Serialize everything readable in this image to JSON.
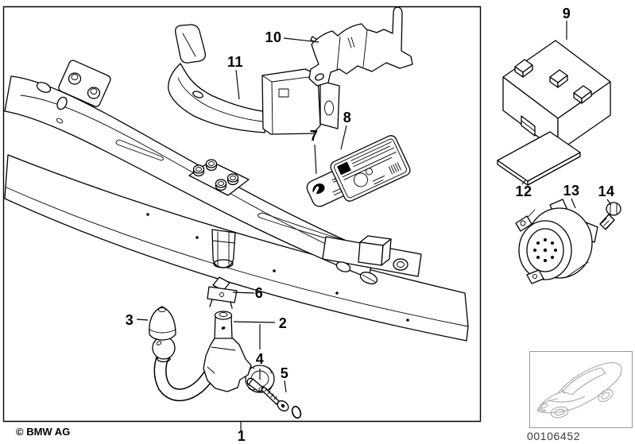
{
  "colors": {
    "background": "#ffffff",
    "line": "#000000",
    "sketch": "#a8a8a8",
    "part_number_text": "#3c3c3c"
  },
  "diagram": {
    "callouts": [
      {
        "label": "1"
      },
      {
        "label": "2"
      },
      {
        "label": "3"
      },
      {
        "label": "4"
      },
      {
        "label": "5"
      },
      {
        "label": "6"
      },
      {
        "label": "7"
      },
      {
        "label": "8"
      },
      {
        "label": "9"
      },
      {
        "label": "10"
      },
      {
        "label": "11"
      },
      {
        "label": "12"
      },
      {
        "label": "13"
      },
      {
        "label": "14"
      }
    ]
  },
  "footer": {
    "copyright": "© BMW AG",
    "image_number": "00106452"
  },
  "icons": {
    "vehicle_thumbnail": "car-three-quarter-sketch"
  }
}
